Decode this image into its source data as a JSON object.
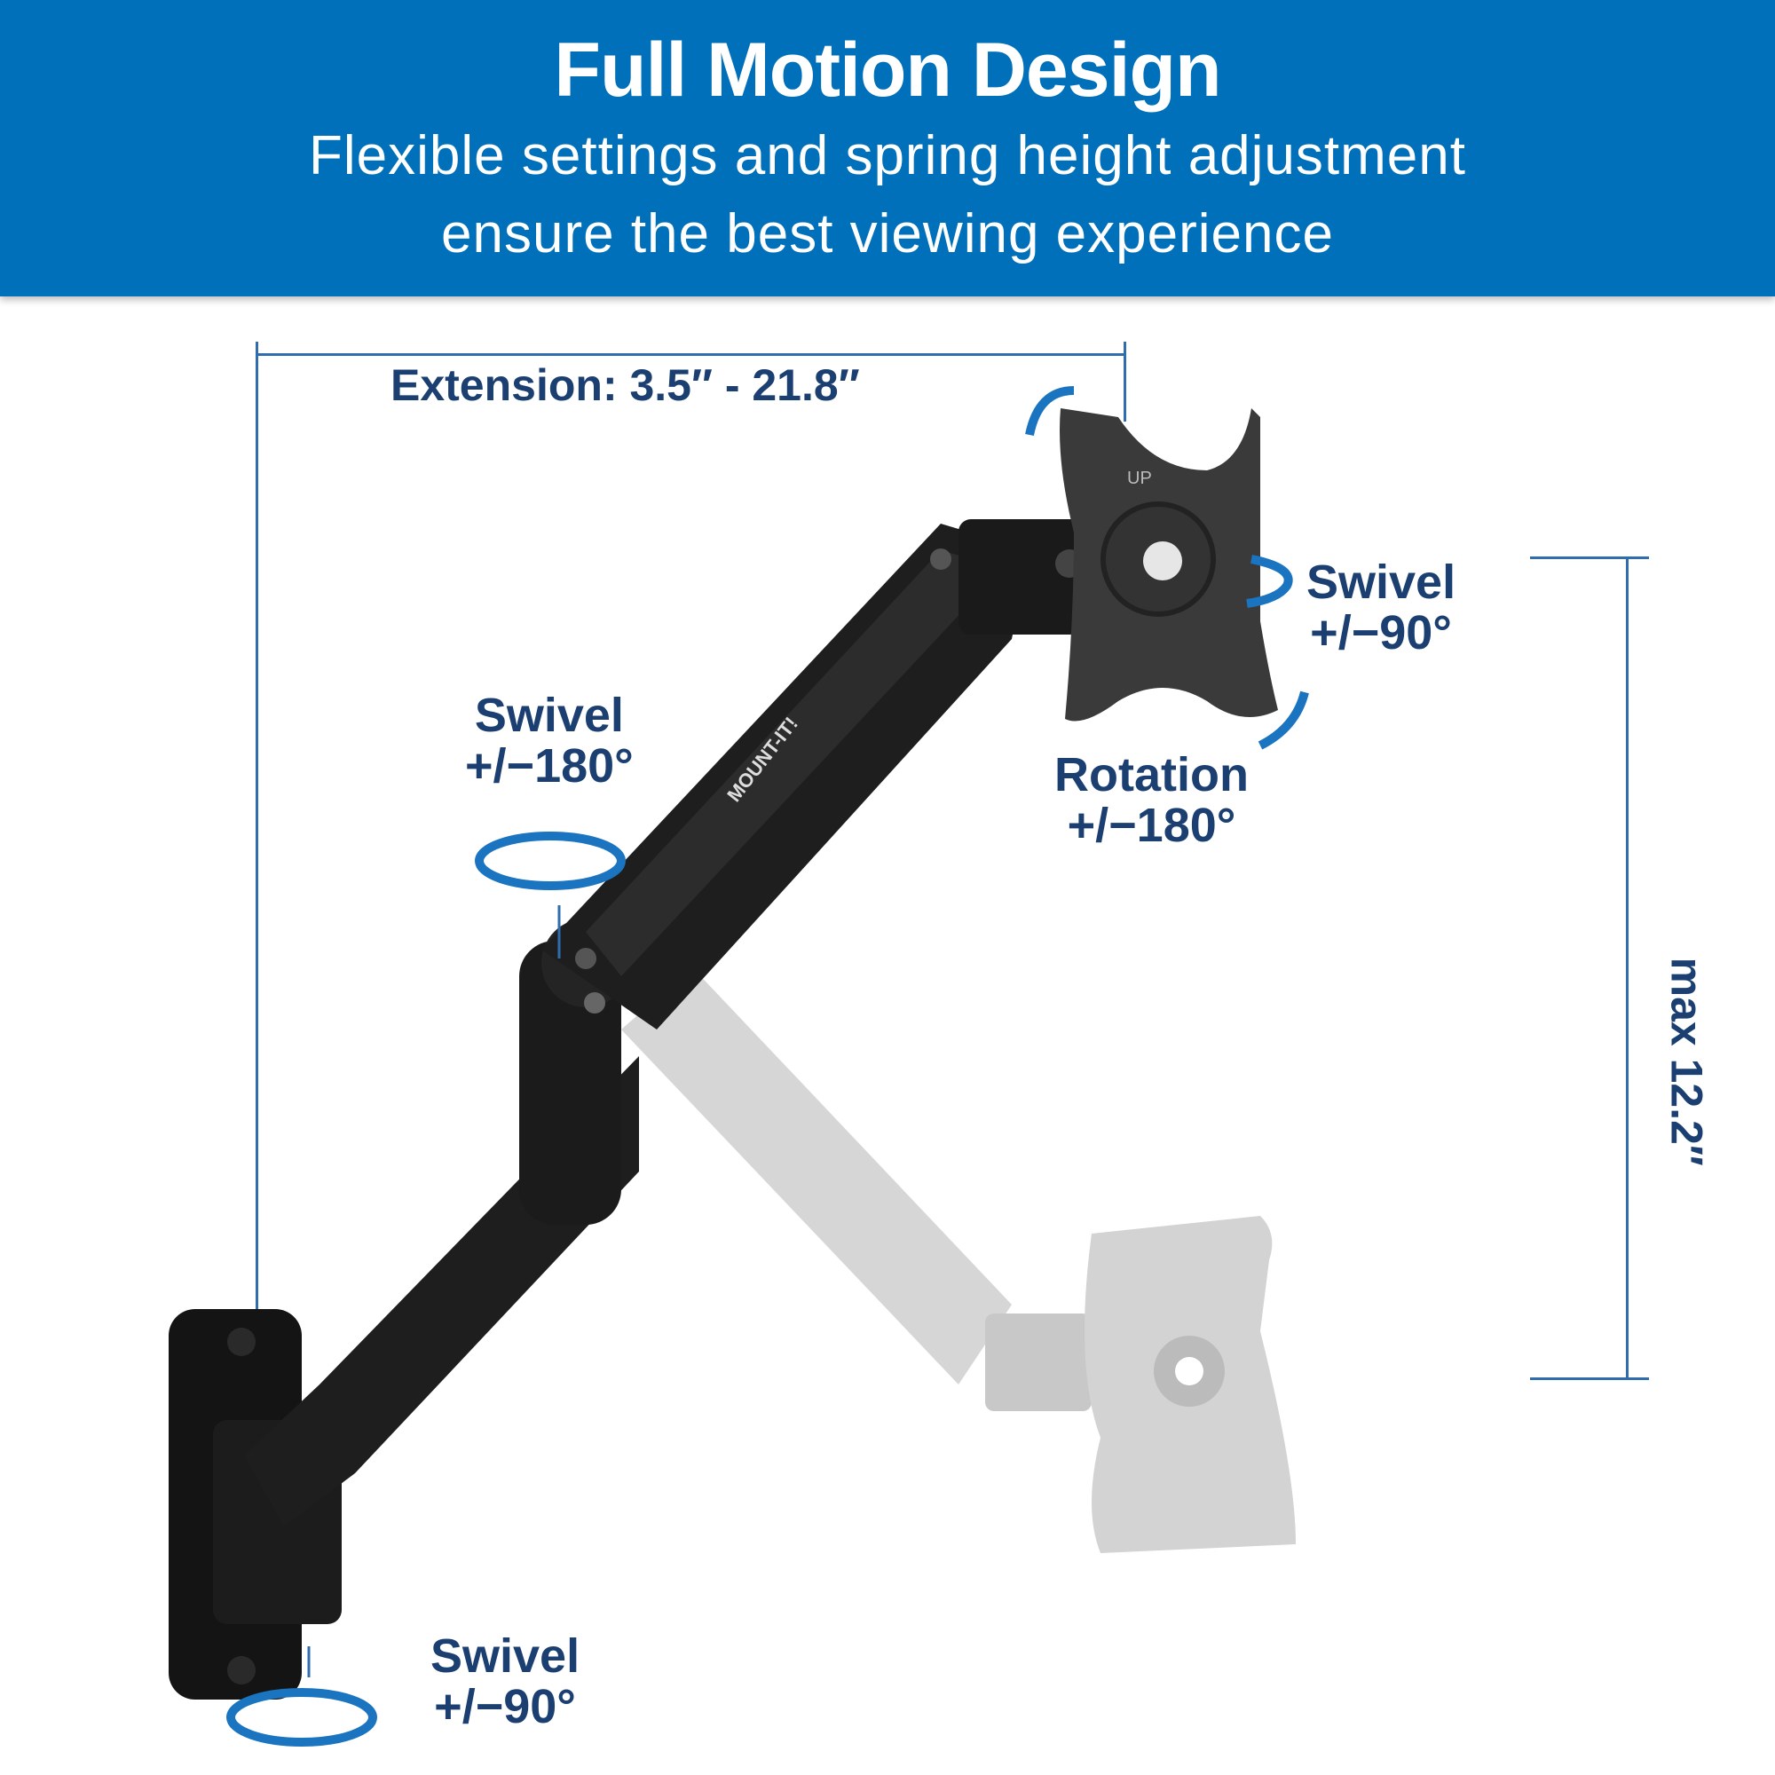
{
  "header": {
    "title": "Full Motion Design",
    "subtitle_line1": "Flexible settings and spring height adjustment",
    "subtitle_line2": "ensure the best viewing experience"
  },
  "dimensions": {
    "extension": "Extension: 3.5″ - 21.8″",
    "height": "max 12.2″"
  },
  "features": {
    "swivel_monitor": {
      "title": "Swivel",
      "value": "+/−90°"
    },
    "rotation": {
      "title": "Rotation",
      "value": "+/−180°"
    },
    "swivel_elbow": {
      "title": "Swivel",
      "value": "+/−180°"
    },
    "swivel_wall": {
      "title": "Swivel",
      "value": "+/−90°"
    }
  },
  "product": {
    "brand": "MOUNT-IT!",
    "plate_marking": "UP"
  },
  "colors": {
    "banner": "#0070BA",
    "label_text": "#1C3F72",
    "arrow_blue": "#1A74C0",
    "dimension_line": "#2F6DAE",
    "arm_black": "#1E1E1E",
    "ghost_gray": "#D0D0D0"
  }
}
